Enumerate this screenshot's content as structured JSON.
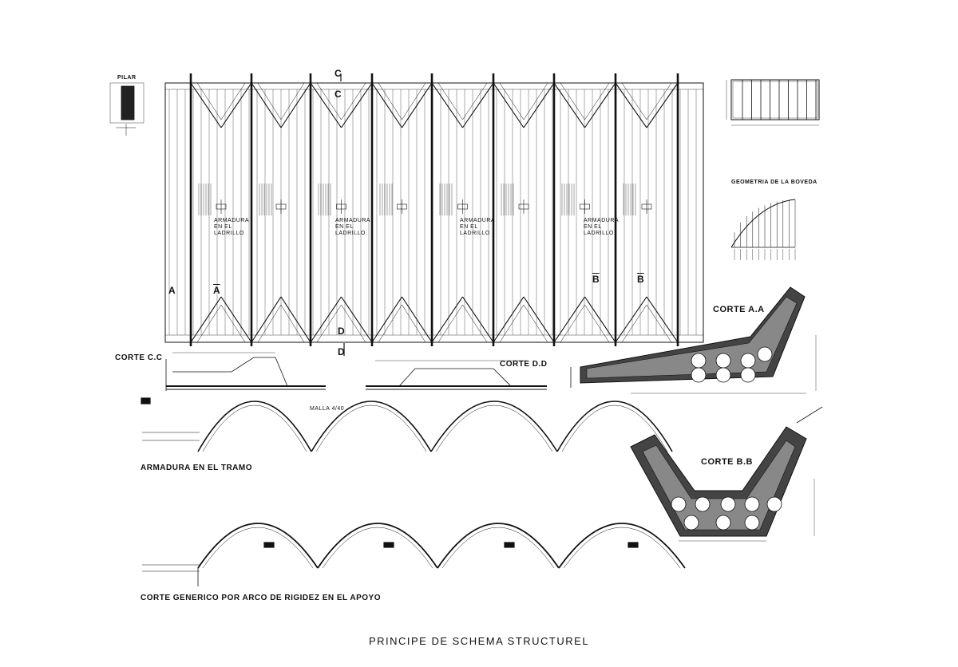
{
  "labels": {
    "pilar": "PILAR",
    "corte_cc": "CORTE C.C",
    "corte_dd": "CORTE D.D",
    "corte_aa": "CORTE A.A",
    "corte_bb": "CORTE B.B",
    "geometria": "GEOMETRIA DE LA BOVEDA",
    "armadura_tramo": "ARMADURA EN EL TRAMO",
    "corte_generico": "CORTE GENERICO POR ARCO DE RIGIDEZ EN EL APOYO",
    "armadura_ladrillo": "ARMADURA EN EL LADRILLO",
    "malla": "MALLA 4/40"
  },
  "section_marks": {
    "c_top": "C",
    "c_mid": "C",
    "d_mid": "D",
    "d_bottom": "D",
    "a_left": "A",
    "a_right": "A",
    "b_left": "B",
    "b_right": "B"
  },
  "caption": "PRINCIPE DE SCHEMA STRUCTUREL"
}
